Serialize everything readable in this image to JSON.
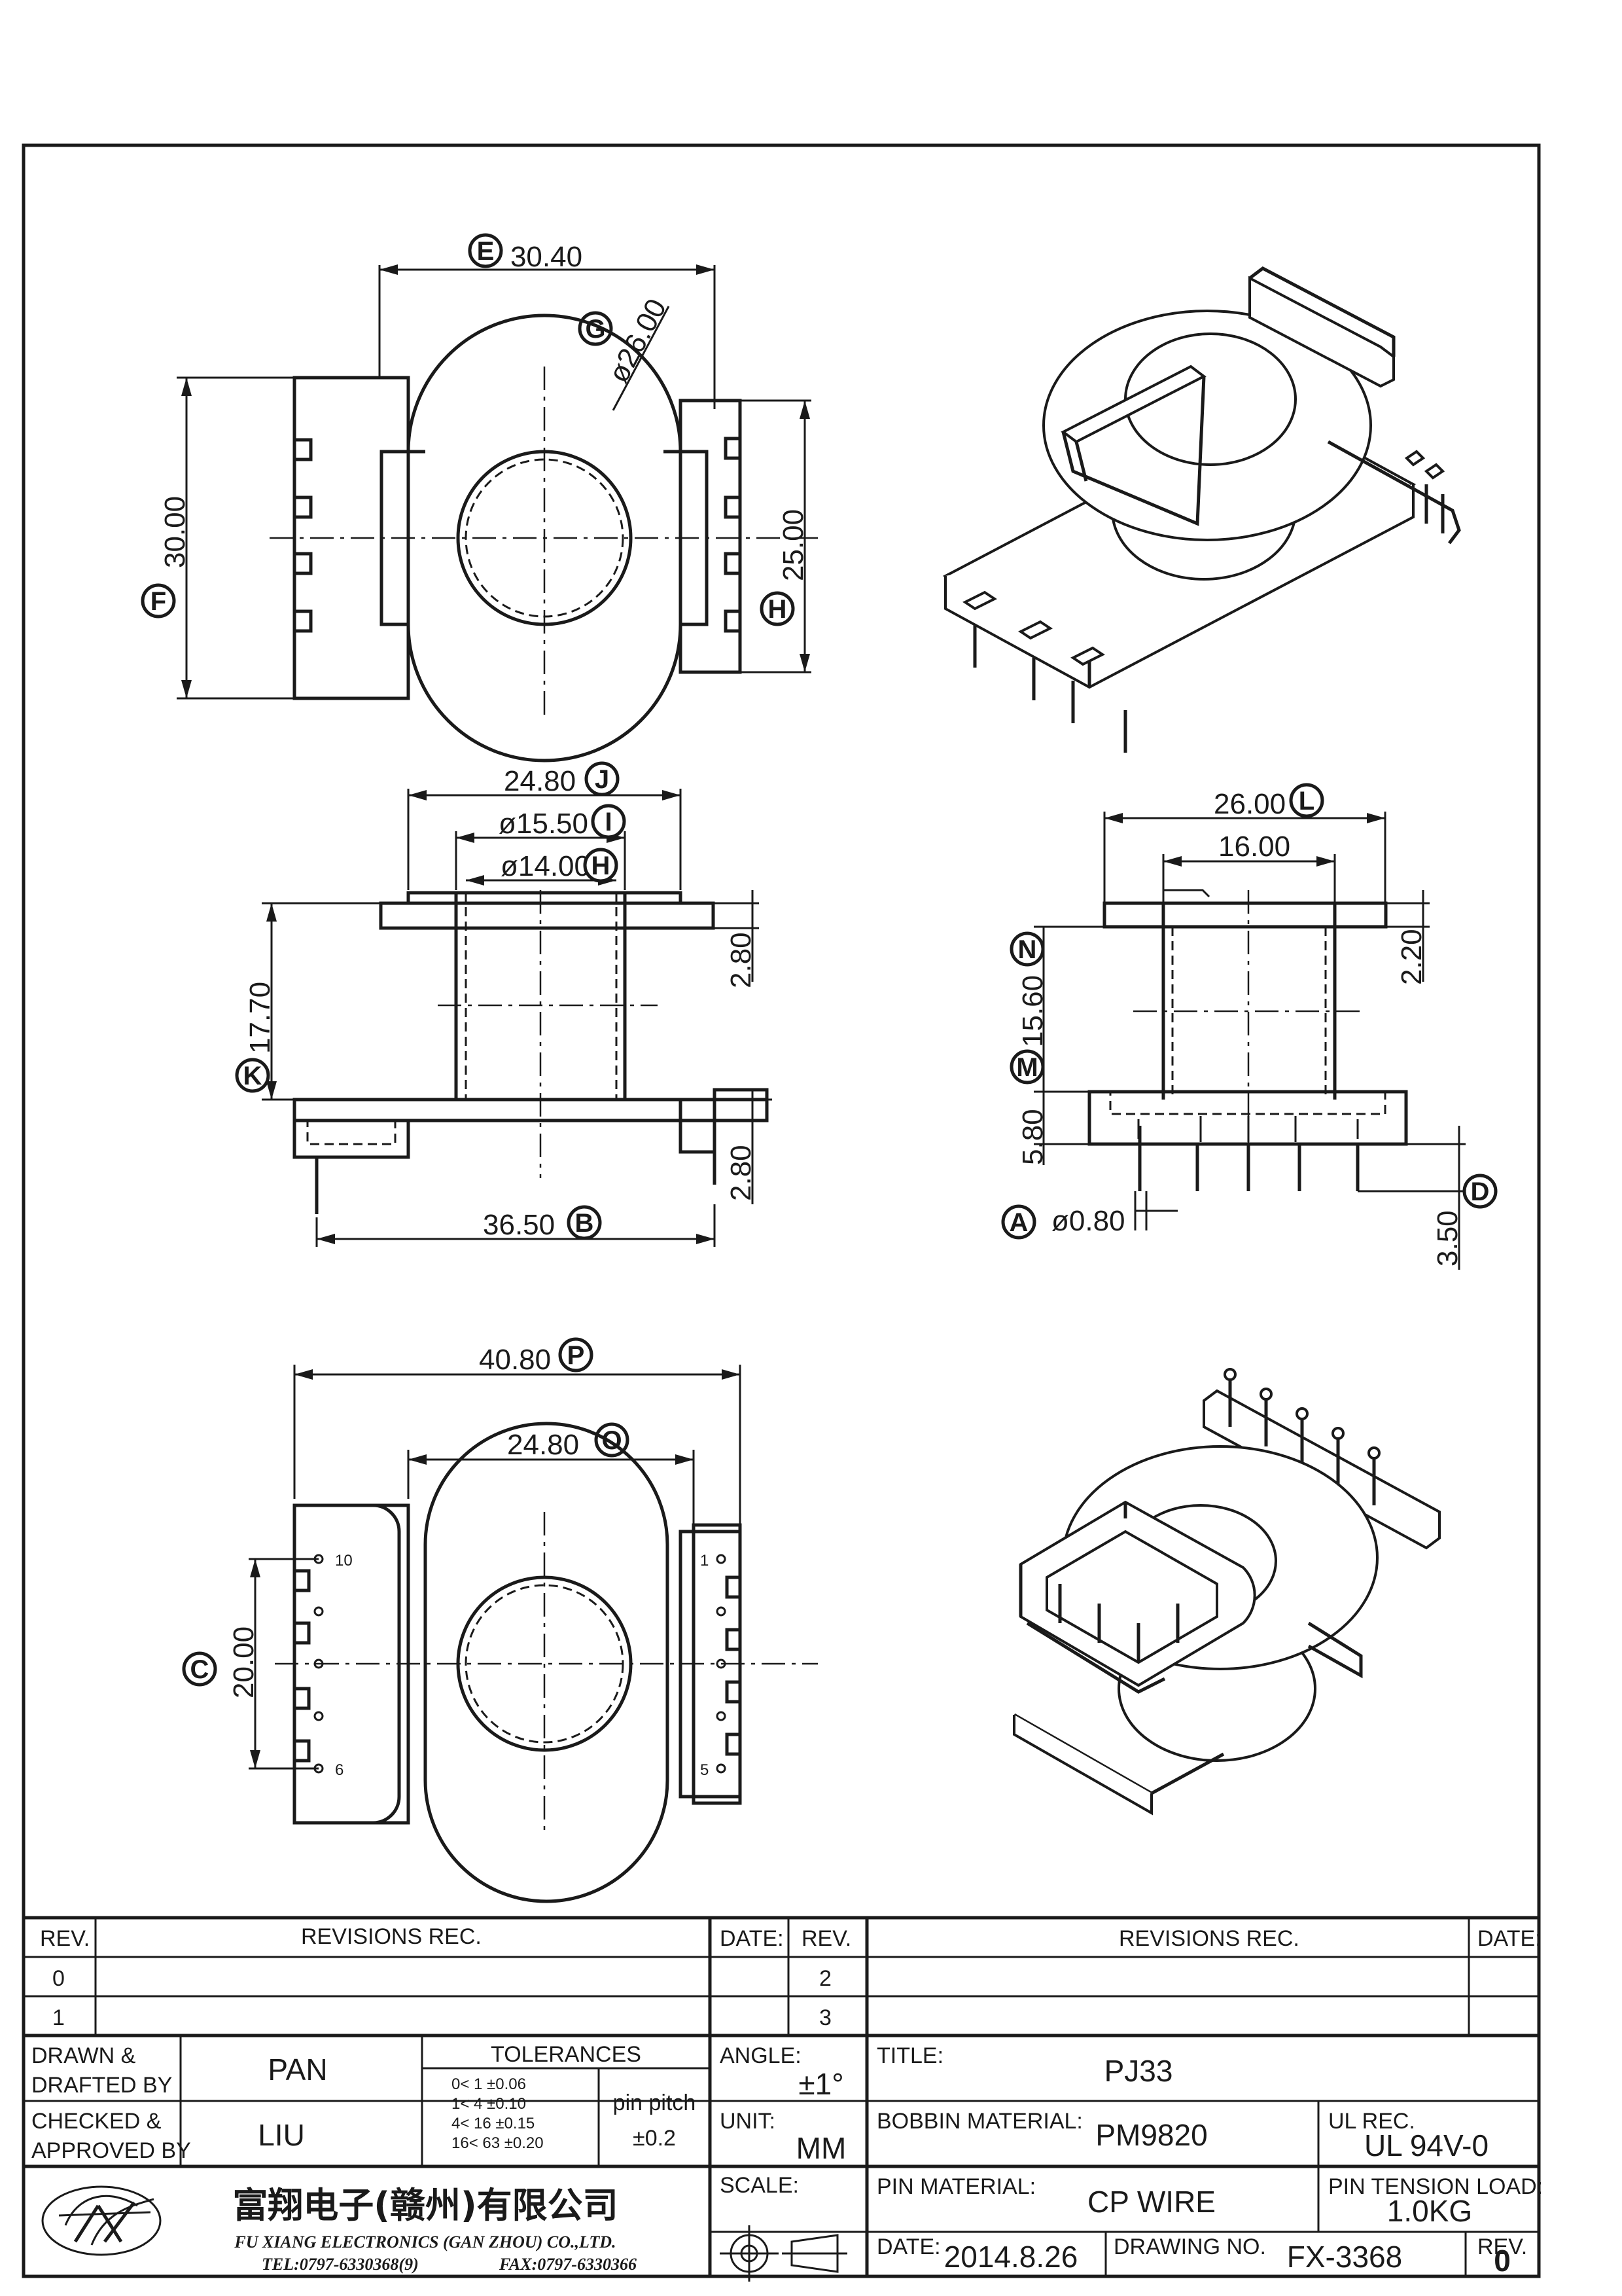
{
  "views": {
    "top": {
      "dims": {
        "e": "30.40",
        "g": "ø26.00",
        "f": "30.00",
        "h": "25.00"
      },
      "labels": {
        "e": "E",
        "g": "G",
        "f": "F",
        "h": "H"
      }
    },
    "front": {
      "dims": {
        "j": "24.80",
        "i": "ø15.50",
        "h": "ø14.00",
        "k": "17.70",
        "r1": "2.80",
        "r2": "2.80",
        "b": "36.50"
      },
      "labels": {
        "j": "J",
        "i": "I",
        "h": "H",
        "k": "K",
        "b": "B"
      }
    },
    "side": {
      "dims": {
        "l": "26.00",
        "inner": "16.00",
        "r1": "2.20",
        "n": "15.60",
        "m": "5.80",
        "a": "ø0.80",
        "d": "3.50"
      },
      "labels": {
        "l": "L",
        "n": "N",
        "m": "M",
        "a": "A",
        "d": "D"
      }
    },
    "bottom": {
      "dims": {
        "p": "40.80",
        "o": "24.80",
        "c": "20.00"
      },
      "labels": {
        "p": "P",
        "o": "O",
        "c": "C"
      },
      "pins": {
        "p10": "10",
        "p6": "6",
        "p1": "1",
        "p5": "5"
      }
    }
  },
  "title_block": {
    "rev_header": "REV.",
    "revisions_header": "REVISIONS    REC.",
    "date_header": "DATE:",
    "rev_rows_left": [
      "0",
      "1"
    ],
    "rev_rows_right": [
      "2",
      "3"
    ],
    "drawn_label_1": "DRAWN  &",
    "drawn_label_2": "DRAFTED  BY",
    "drawn_value": "PAN",
    "checked_label_1": "CHECKED  &",
    "checked_label_2": "APPROVED  BY",
    "checked_value": "LIU",
    "tolerances_header": "TOLERANCES",
    "tol_rows": [
      "0<   1    ±0.06",
      "1<   4    ±0.10",
      "4<   16  ±0.15",
      "16<   63  ±0.20"
    ],
    "pin_pitch_label": "pin  pitch",
    "pin_pitch_value": "±0.2",
    "angle_label": "ANGLE:",
    "angle_value": "±1°",
    "unit_label": "UNIT:",
    "unit_value": "MM",
    "scale_label": "SCALE:",
    "title_label": "TITLE:",
    "title_value": "PJ33",
    "bobbin_label": "BOBBIN  MATERIAL:",
    "bobbin_value": "PM9820",
    "ul_label": "UL  REC.",
    "ul_value": "UL  94V-0",
    "pin_material_label": "PIN  MATERIAL:",
    "pin_material_value": "CP  WIRE",
    "pin_tension_label": "PIN  TENSION  LOAD:",
    "pin_tension_value": "1.0KG",
    "date_label": "DATE:",
    "date_value": "2014.8.26",
    "drawing_no_label": "DRAWING  NO.",
    "drawing_no_value": "FX-3368",
    "rev_label": "REV.",
    "rev_value": "0",
    "company_cn": "富翔电子(赣州)有限公司",
    "company_en": "FU XIANG ELECTRONICS (GAN ZHOU) CO.,LTD.",
    "tel": "TEL:0797-6330368(9)",
    "fax": "FAX:0797-6330366"
  }
}
